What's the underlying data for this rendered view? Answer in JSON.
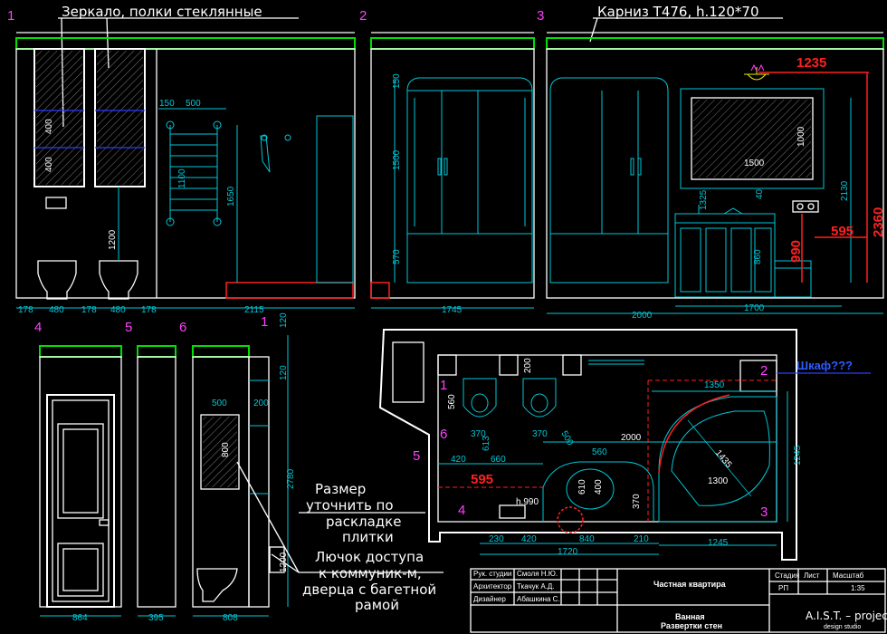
{
  "elevations": {
    "e1_num": "1",
    "e2_num": "2",
    "e3_num": "3",
    "e4_num": "4",
    "e5_num": "5",
    "e6_num": "6"
  },
  "notes": {
    "mirror_shelves": "Зеркало, полки стеклянные",
    "cornice": "Карниз Т476, h.120*70",
    "wardrobe": "Шкаф???",
    "tile_size": [
      "Размер",
      "уточнить по",
      "раскладке",
      "плитки"
    ],
    "hatch": [
      "Лючок доступа",
      "к коммуник-м,",
      "дверца с багетной",
      "рамой"
    ],
    "height_990": "h.990"
  },
  "dims": {
    "d40": "40",
    "d120": "120",
    "d150": "150",
    "d178": "178",
    "d200": "200",
    "d210": "210",
    "d230": "230",
    "d370": "370",
    "d395": "395",
    "d400": "400",
    "d420": "420",
    "d480": "480",
    "d500": "500",
    "d560": "560",
    "d570": "570",
    "d595": "595",
    "d610": "610",
    "d613": "613",
    "d660": "660",
    "d800": "800",
    "d808": "808",
    "d840": "840",
    "d860": "860",
    "d864": "864",
    "d990": "990",
    "d1000": "1000",
    "d1100": "1100",
    "d1200": "1200",
    "d1235": "1235",
    "d1245": "1245",
    "d1300": "1300",
    "d1325": "1325",
    "d1350": "1350",
    "d1435": "1435",
    "d1500": "1500",
    "d1650": "1650",
    "d1700": "1700",
    "d1720": "1720",
    "d1745": "1745",
    "d2000": "2000",
    "d2115": "2115",
    "d2130": "2130",
    "d2360": "2360",
    "d2780": "2780"
  },
  "title_block": {
    "roles": [
      {
        "role": "Рук. студии",
        "name": "Смоля Н.Ю."
      },
      {
        "role": "Архитектор",
        "name": "Ткачук А.Д."
      },
      {
        "role": "Дизайнер",
        "name": "Абашкина С."
      }
    ],
    "project": "Частная квартира",
    "room": "Ванная",
    "sheet_title": "Развертки стен",
    "stage_label": "Стадия",
    "sheet_label": "Лист",
    "scale_label": "Масштаб",
    "stage": "РП",
    "scale": "1:35",
    "studio": "A.I.S.T. – project",
    "studio_sub": "design studio"
  }
}
